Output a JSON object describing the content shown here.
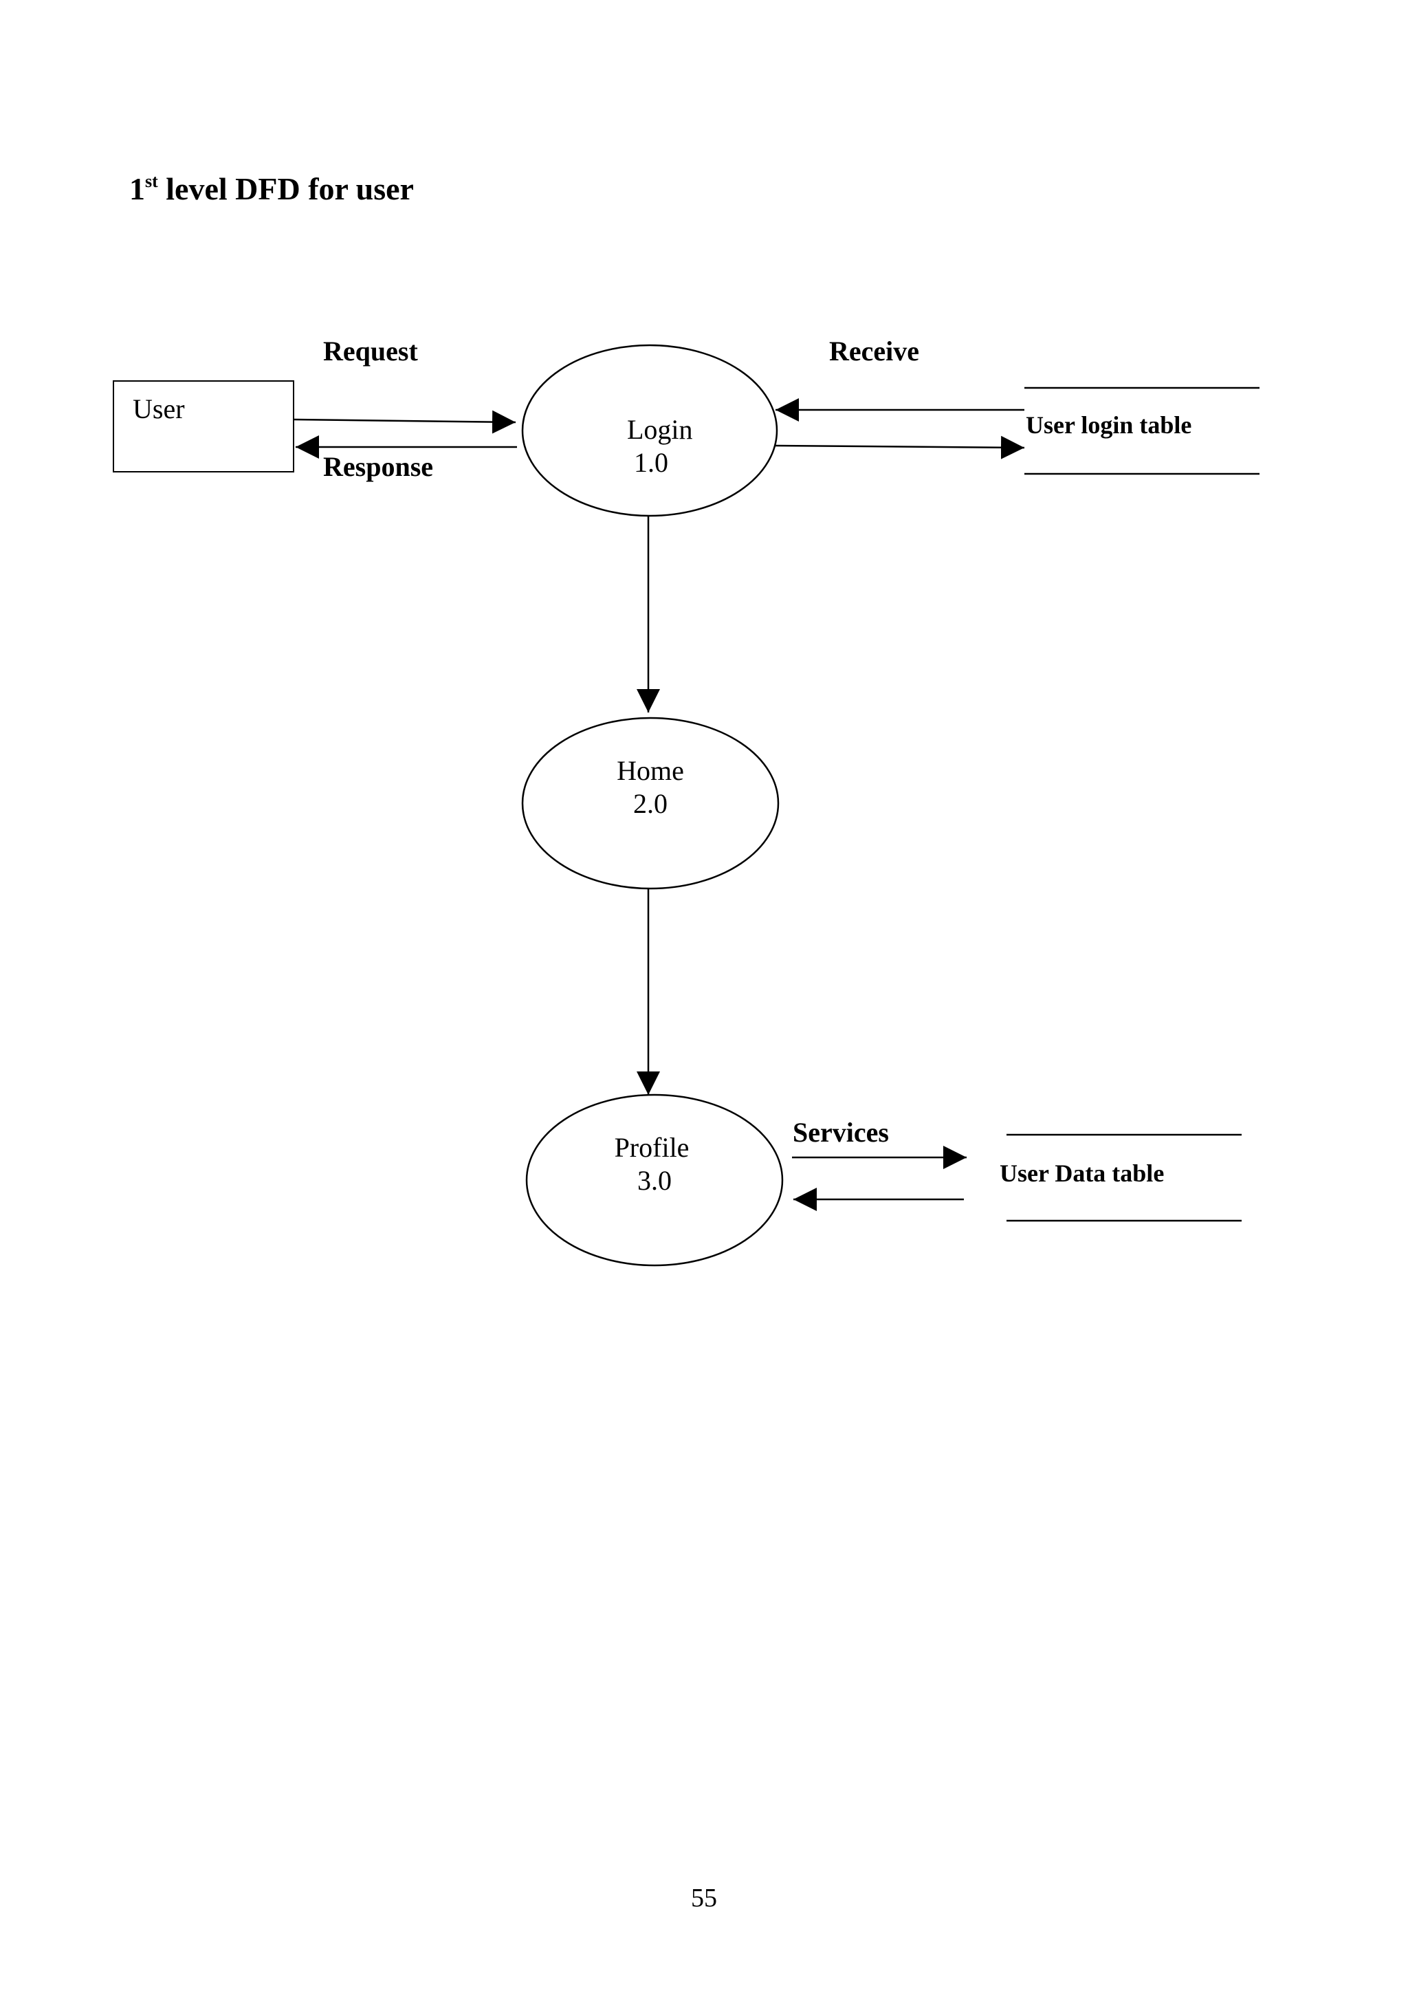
{
  "title": {
    "prefix": "1",
    "superscript": "st",
    "rest": " level DFD for user"
  },
  "entities": {
    "user": "User"
  },
  "processes": {
    "login": {
      "name": "Login",
      "number": "1.0"
    },
    "home": {
      "name": "Home",
      "number": "2.0"
    },
    "profile": {
      "name": "Profile",
      "number": "3.0"
    }
  },
  "data_stores": {
    "user_login_table": "User login table",
    "user_data_table": "User Data table"
  },
  "flows": {
    "request": "Request",
    "response": "Response",
    "receive": "Receive",
    "services": "Services"
  },
  "page_number": "55",
  "colors": {
    "stroke": "#000000",
    "background": "#ffffff"
  }
}
